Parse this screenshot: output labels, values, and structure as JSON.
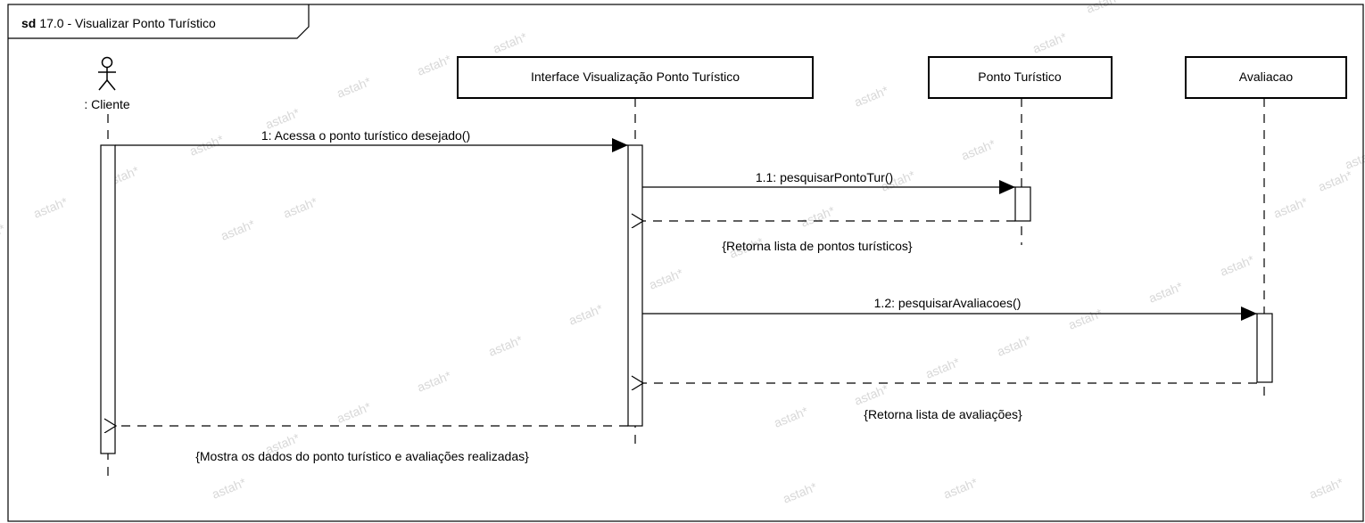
{
  "frame": {
    "keyword": "sd",
    "title": "17.0 - Visualizar Ponto Turístico"
  },
  "actor": {
    "label": ": Cliente"
  },
  "lifelines": {
    "interface": "Interface Visualização  Ponto Turístico",
    "ponto": "Ponto Turístico",
    "avaliacao": "Avaliacao"
  },
  "messages": {
    "m1": "1: Acessa o ponto turístico desejado()",
    "m11": "1.1: pesquisarPontoTur()",
    "r11": "{Retorna lista de pontos turísticos}",
    "m12": "1.2: pesquisarAvaliacoes()",
    "r12": "{Retorna lista de avaliações}",
    "r1": "{Mostra os dados do ponto turístico e avaliações realizadas}"
  },
  "watermark": "astah*"
}
